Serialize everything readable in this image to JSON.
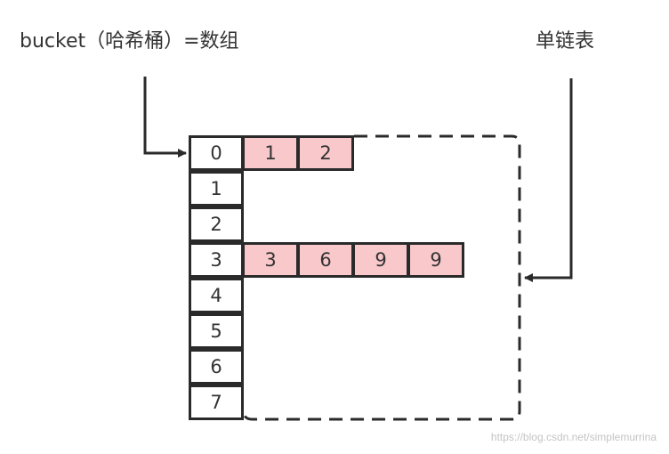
{
  "labels": {
    "bucket": "bucket（哈希桶）=数组",
    "linked_list": "单链表"
  },
  "bucket_indices": [
    "0",
    "1",
    "2",
    "3",
    "4",
    "5",
    "6",
    "7"
  ],
  "chains": [
    {
      "bucket": "0",
      "nodes": [
        "1",
        "2"
      ]
    },
    {
      "bucket": "3",
      "nodes": [
        "3",
        "6",
        "9",
        "9"
      ]
    }
  ],
  "watermark": "https://blog.csdn.net/simplemurrina",
  "colors": {
    "node_fill": "#f8c8cb",
    "border": "#2a2a2a",
    "text": "#333333"
  }
}
